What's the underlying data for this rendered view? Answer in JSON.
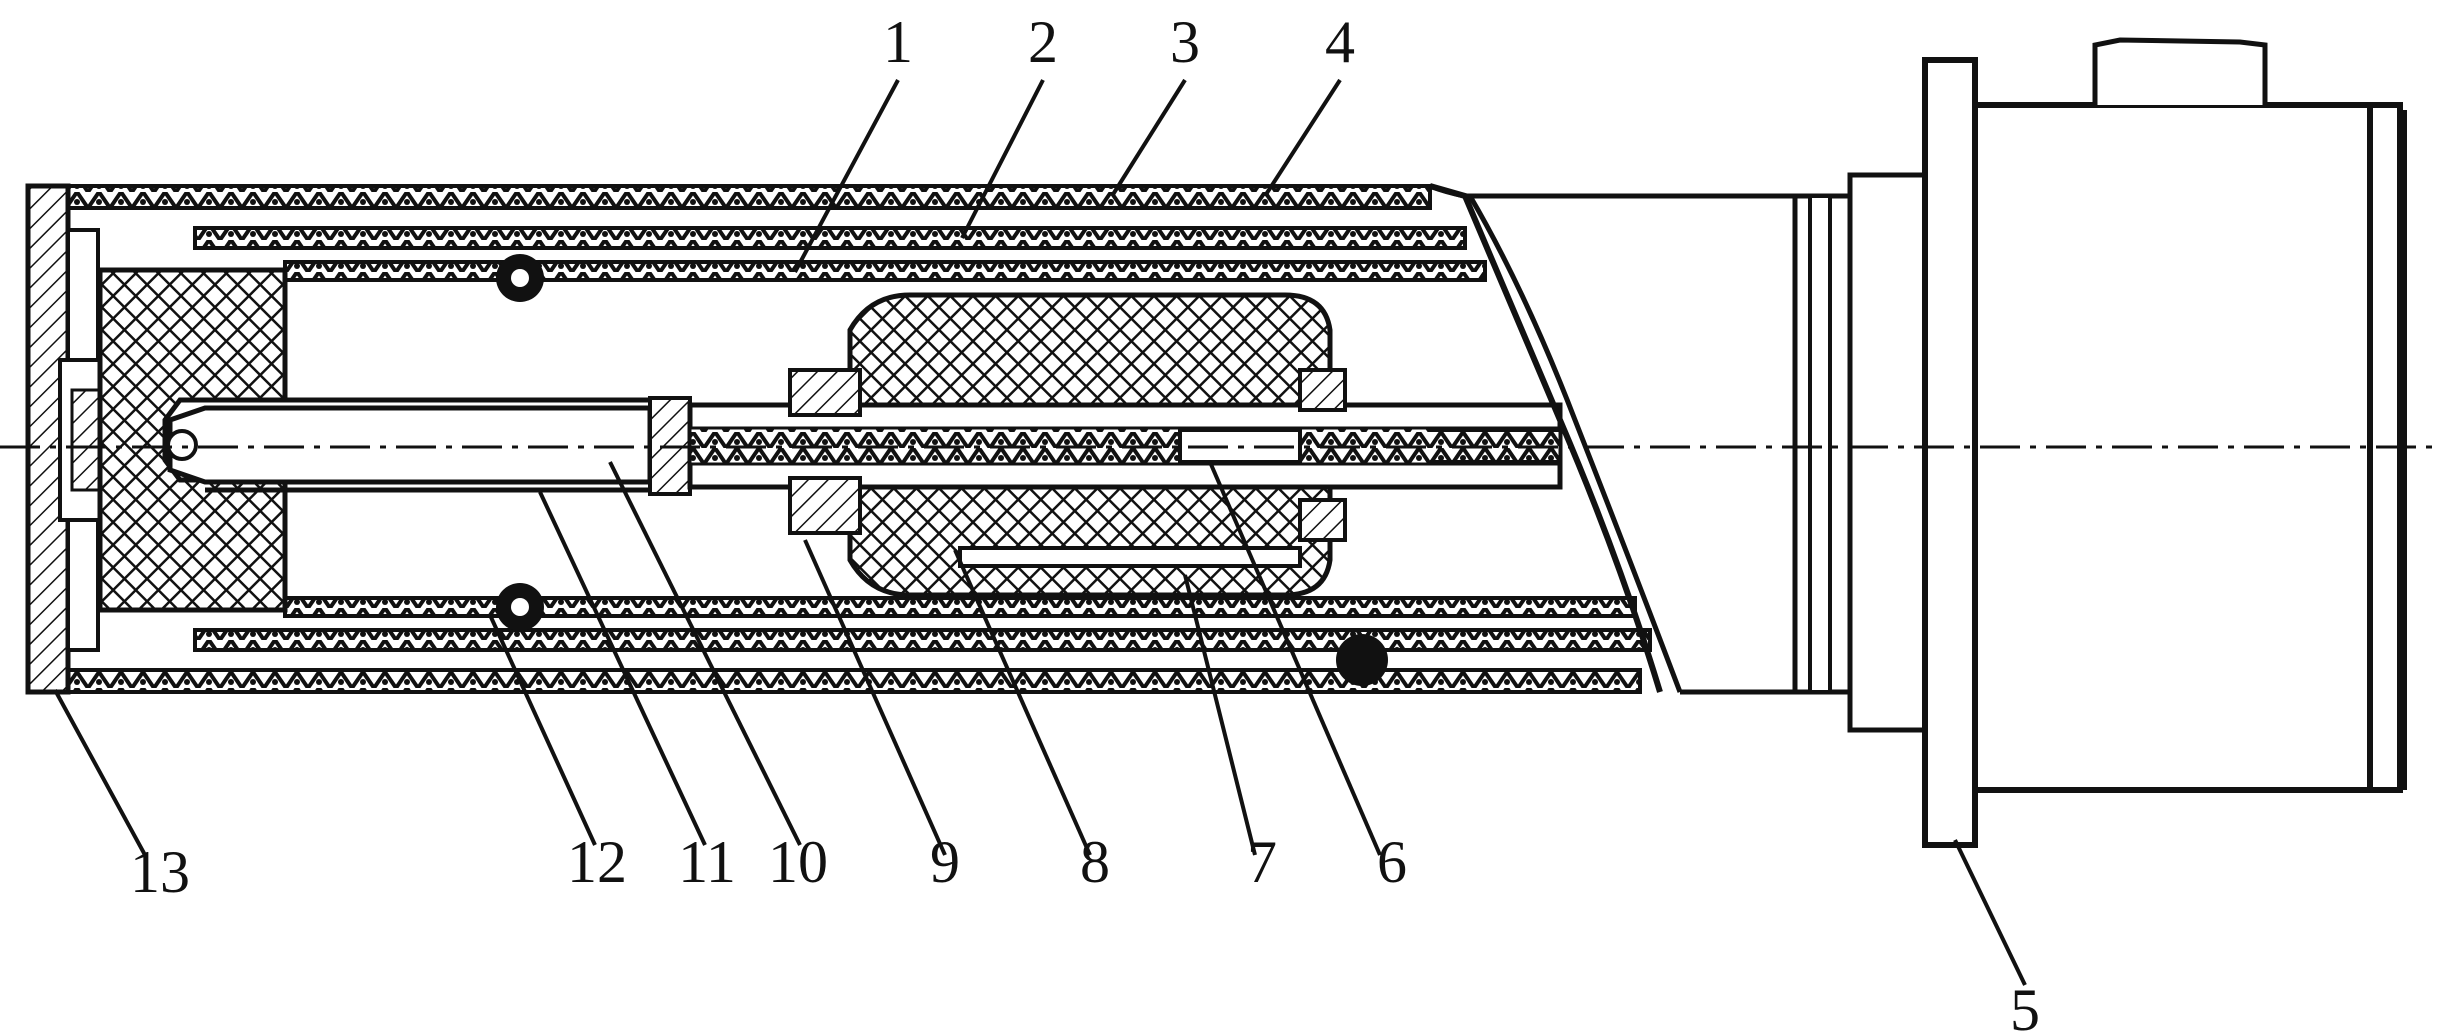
{
  "figure": {
    "colors": {
      "ink": "#111111",
      "paper": "#ffffff",
      "hatch": "#111111"
    },
    "callouts": [
      {
        "id": "1",
        "label": "1"
      },
      {
        "id": "2",
        "label": "2"
      },
      {
        "id": "3",
        "label": "3"
      },
      {
        "id": "4",
        "label": "4"
      },
      {
        "id": "5",
        "label": "5"
      },
      {
        "id": "6",
        "label": "6"
      },
      {
        "id": "7",
        "label": "7"
      },
      {
        "id": "8",
        "label": "8"
      },
      {
        "id": "9",
        "label": "9"
      },
      {
        "id": "10",
        "label": "10"
      },
      {
        "id": "11",
        "label": "11"
      },
      {
        "id": "12",
        "label": "12"
      },
      {
        "id": "13",
        "label": "13"
      }
    ]
  }
}
